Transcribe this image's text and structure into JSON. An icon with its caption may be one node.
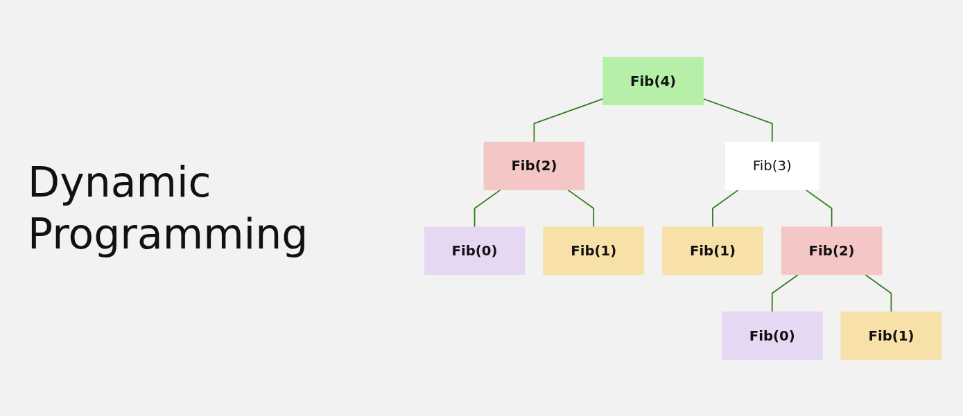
{
  "diagram": {
    "title": "Dynamic Programming",
    "nodes": [
      {
        "text": [
          "Fib(4)"
        ]
      },
      {
        "text": [
          "Fib(2)"
        ]
      },
      {
        "text": [
          "Fib(3)"
        ]
      },
      {
        "text": [
          "Fib(0)"
        ]
      },
      {
        "text": [
          "Fib(1)"
        ]
      },
      {
        "text": [
          "Fib(1)"
        ]
      },
      {
        "text": [
          "Fib(2)"
        ]
      },
      {
        "text": [
          "Fib(0)"
        ]
      },
      {
        "text": [
          "Fib(1)"
        ]
      }
    ],
    "edges": [
      {
        "from": 0,
        "to": 1,
        "arrow": "none"
      },
      {
        "from": 0,
        "to": 2,
        "arrow": "none"
      },
      {
        "from": 1,
        "to": 3,
        "arrow": "none"
      },
      {
        "from": 1,
        "to": 4,
        "arrow": "none"
      },
      {
        "from": 2,
        "to": 5,
        "arrow": "none"
      },
      {
        "from": 2,
        "to": 6,
        "arrow": "none"
      },
      {
        "from": 6,
        "to": 7,
        "arrow": "none"
      },
      {
        "from": 6,
        "to": 8,
        "arrow": "none"
      }
    ]
  }
}
